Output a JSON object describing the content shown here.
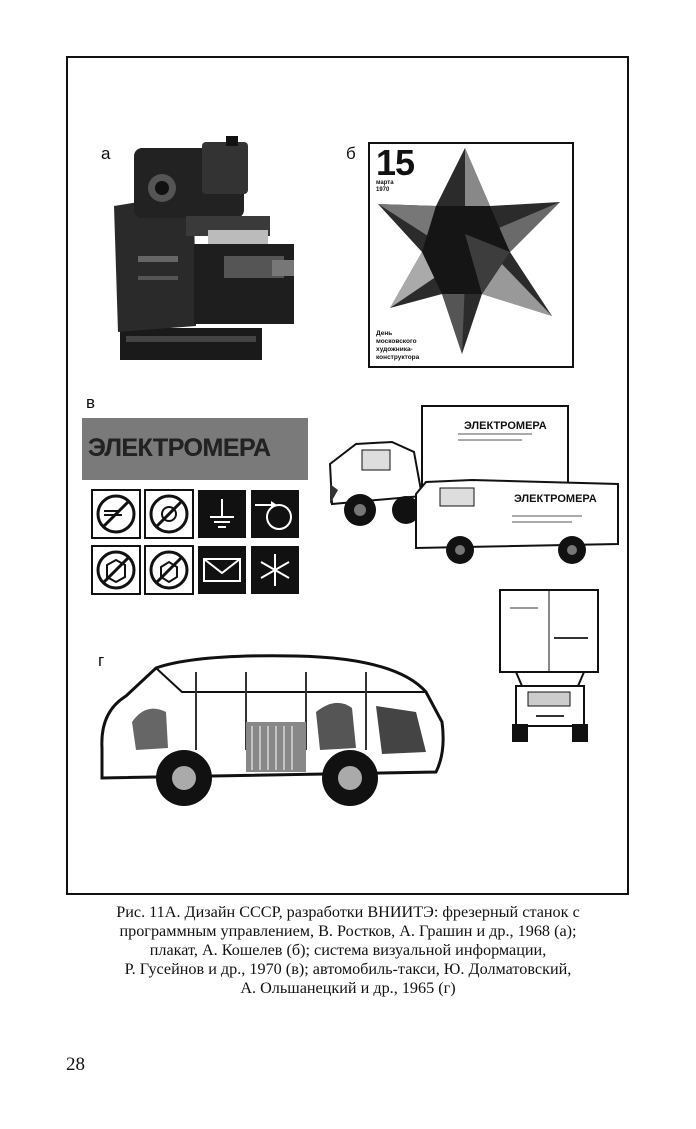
{
  "figure": {
    "labels": {
      "a": "а",
      "b": "б",
      "v": "в",
      "g": "г"
    },
    "poster": {
      "date_number": "15",
      "date_lines": [
        "марта",
        "1970"
      ],
      "footer_lines": [
        "День",
        "московского",
        "художника-",
        "конструктора"
      ]
    },
    "logo_text": "ЭЛЕКТРОМЕРА"
  },
  "caption": {
    "lines": [
      "Рис. 11А. Дизайн СССР, разработки ВНИИТЭ: фрезерный станок с",
      "программным управлением, В. Ростков, А. Грашин и др., 1968 (а);",
      "плакат, А. Кошелев (б); система визуальной информации,",
      "Р. Гусейнов и др., 1970 (в); автомобиль-такси, Ю. Долматовский,",
      "А. Ольшанецкий и др., 1965 (г)"
    ]
  },
  "page_number": "28"
}
